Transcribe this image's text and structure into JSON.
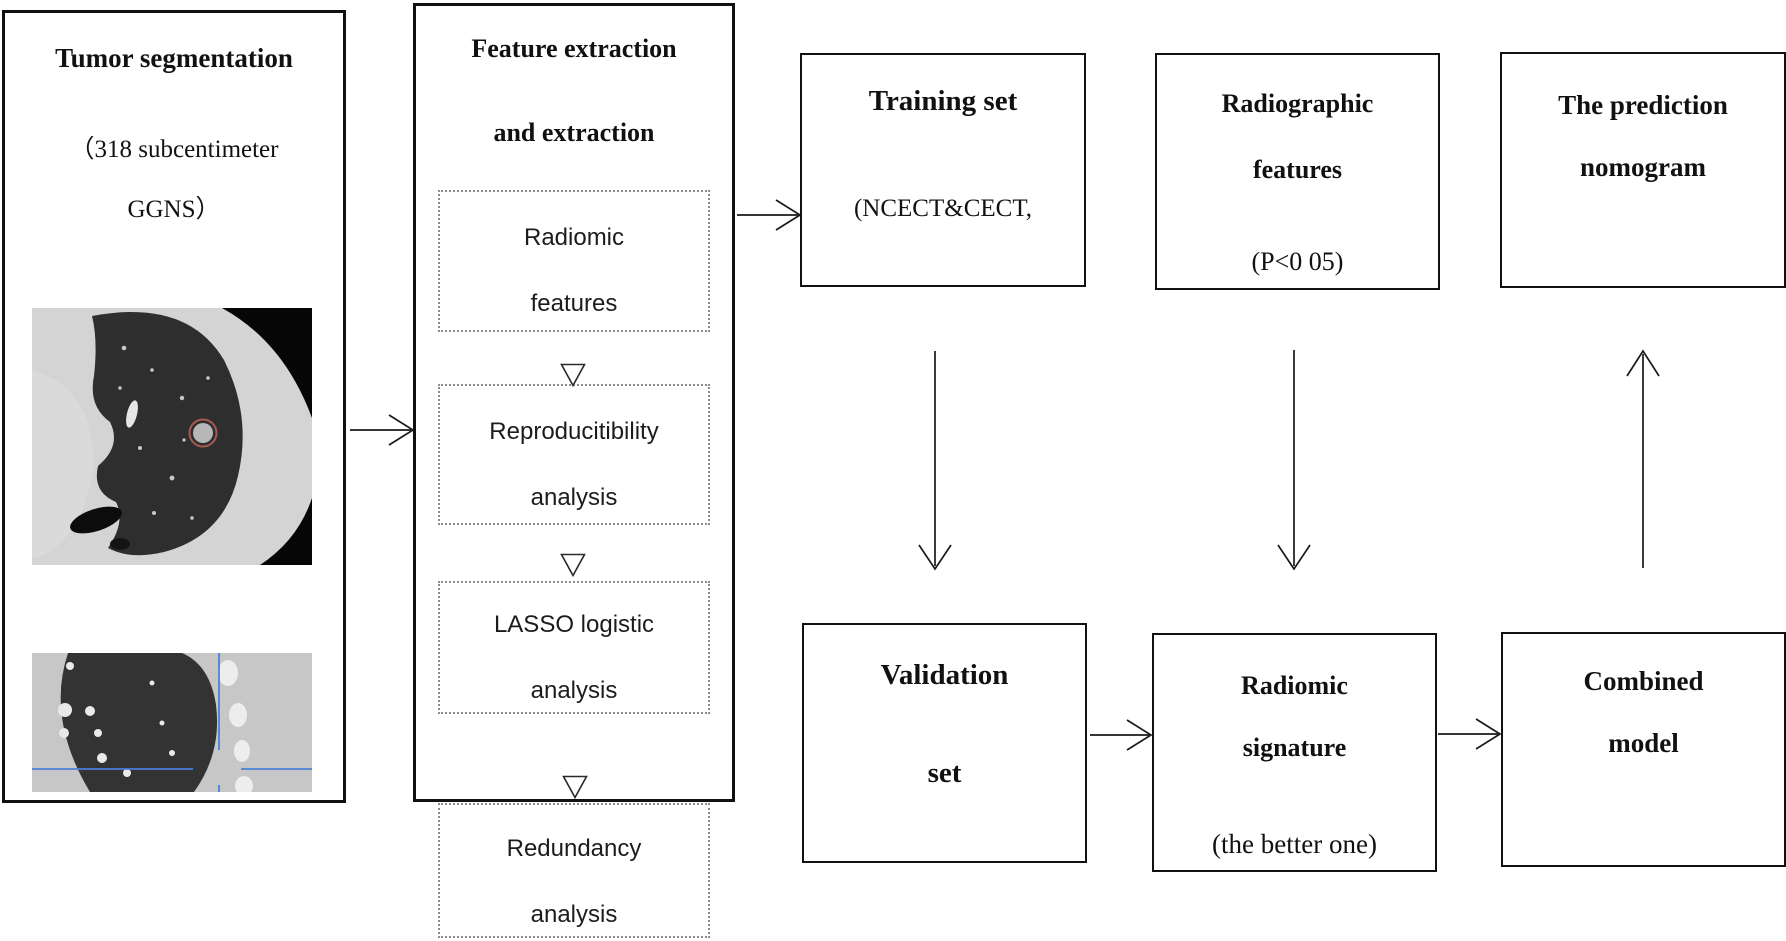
{
  "colors": {
    "box_border": "#111111",
    "dotted_border": "#8c8c8c",
    "arrow": "#1a1a1a",
    "crosshair_blue": "#4a80d8",
    "nodule_ring_red": "#a85a50"
  },
  "tumor_box": {
    "title": "Tumor segmentation",
    "subtitle_line1": "（318 subcentimeter",
    "subtitle_line2": "GGNS）"
  },
  "feature_box": {
    "title_line1": "Feature extraction",
    "title_line2": "and extraction",
    "steps": [
      {
        "line1": "Radiomic",
        "line2": "features"
      },
      {
        "line1": "Reproducitibility",
        "line2": "analysis"
      },
      {
        "line1": "LASSO logistic",
        "line2": "analysis"
      },
      {
        "line1": "Redundancy",
        "line2": "analysis"
      }
    ]
  },
  "training_box": {
    "title": "Training set",
    "subtitle": "(NCECT&CECT,"
  },
  "radiographic_box": {
    "line1": "Radiographic",
    "line2": "features",
    "line3": "(P<0 05)"
  },
  "nomogram_box": {
    "line1": "The prediction",
    "line2": "nomogram"
  },
  "validation_box": {
    "line1": "Validation",
    "line2": "set"
  },
  "signature_box": {
    "line1": "Radiomic",
    "line2": "signature",
    "line3": "(the better one)"
  },
  "combined_box": {
    "line1": "Combined",
    "line2": "model"
  }
}
